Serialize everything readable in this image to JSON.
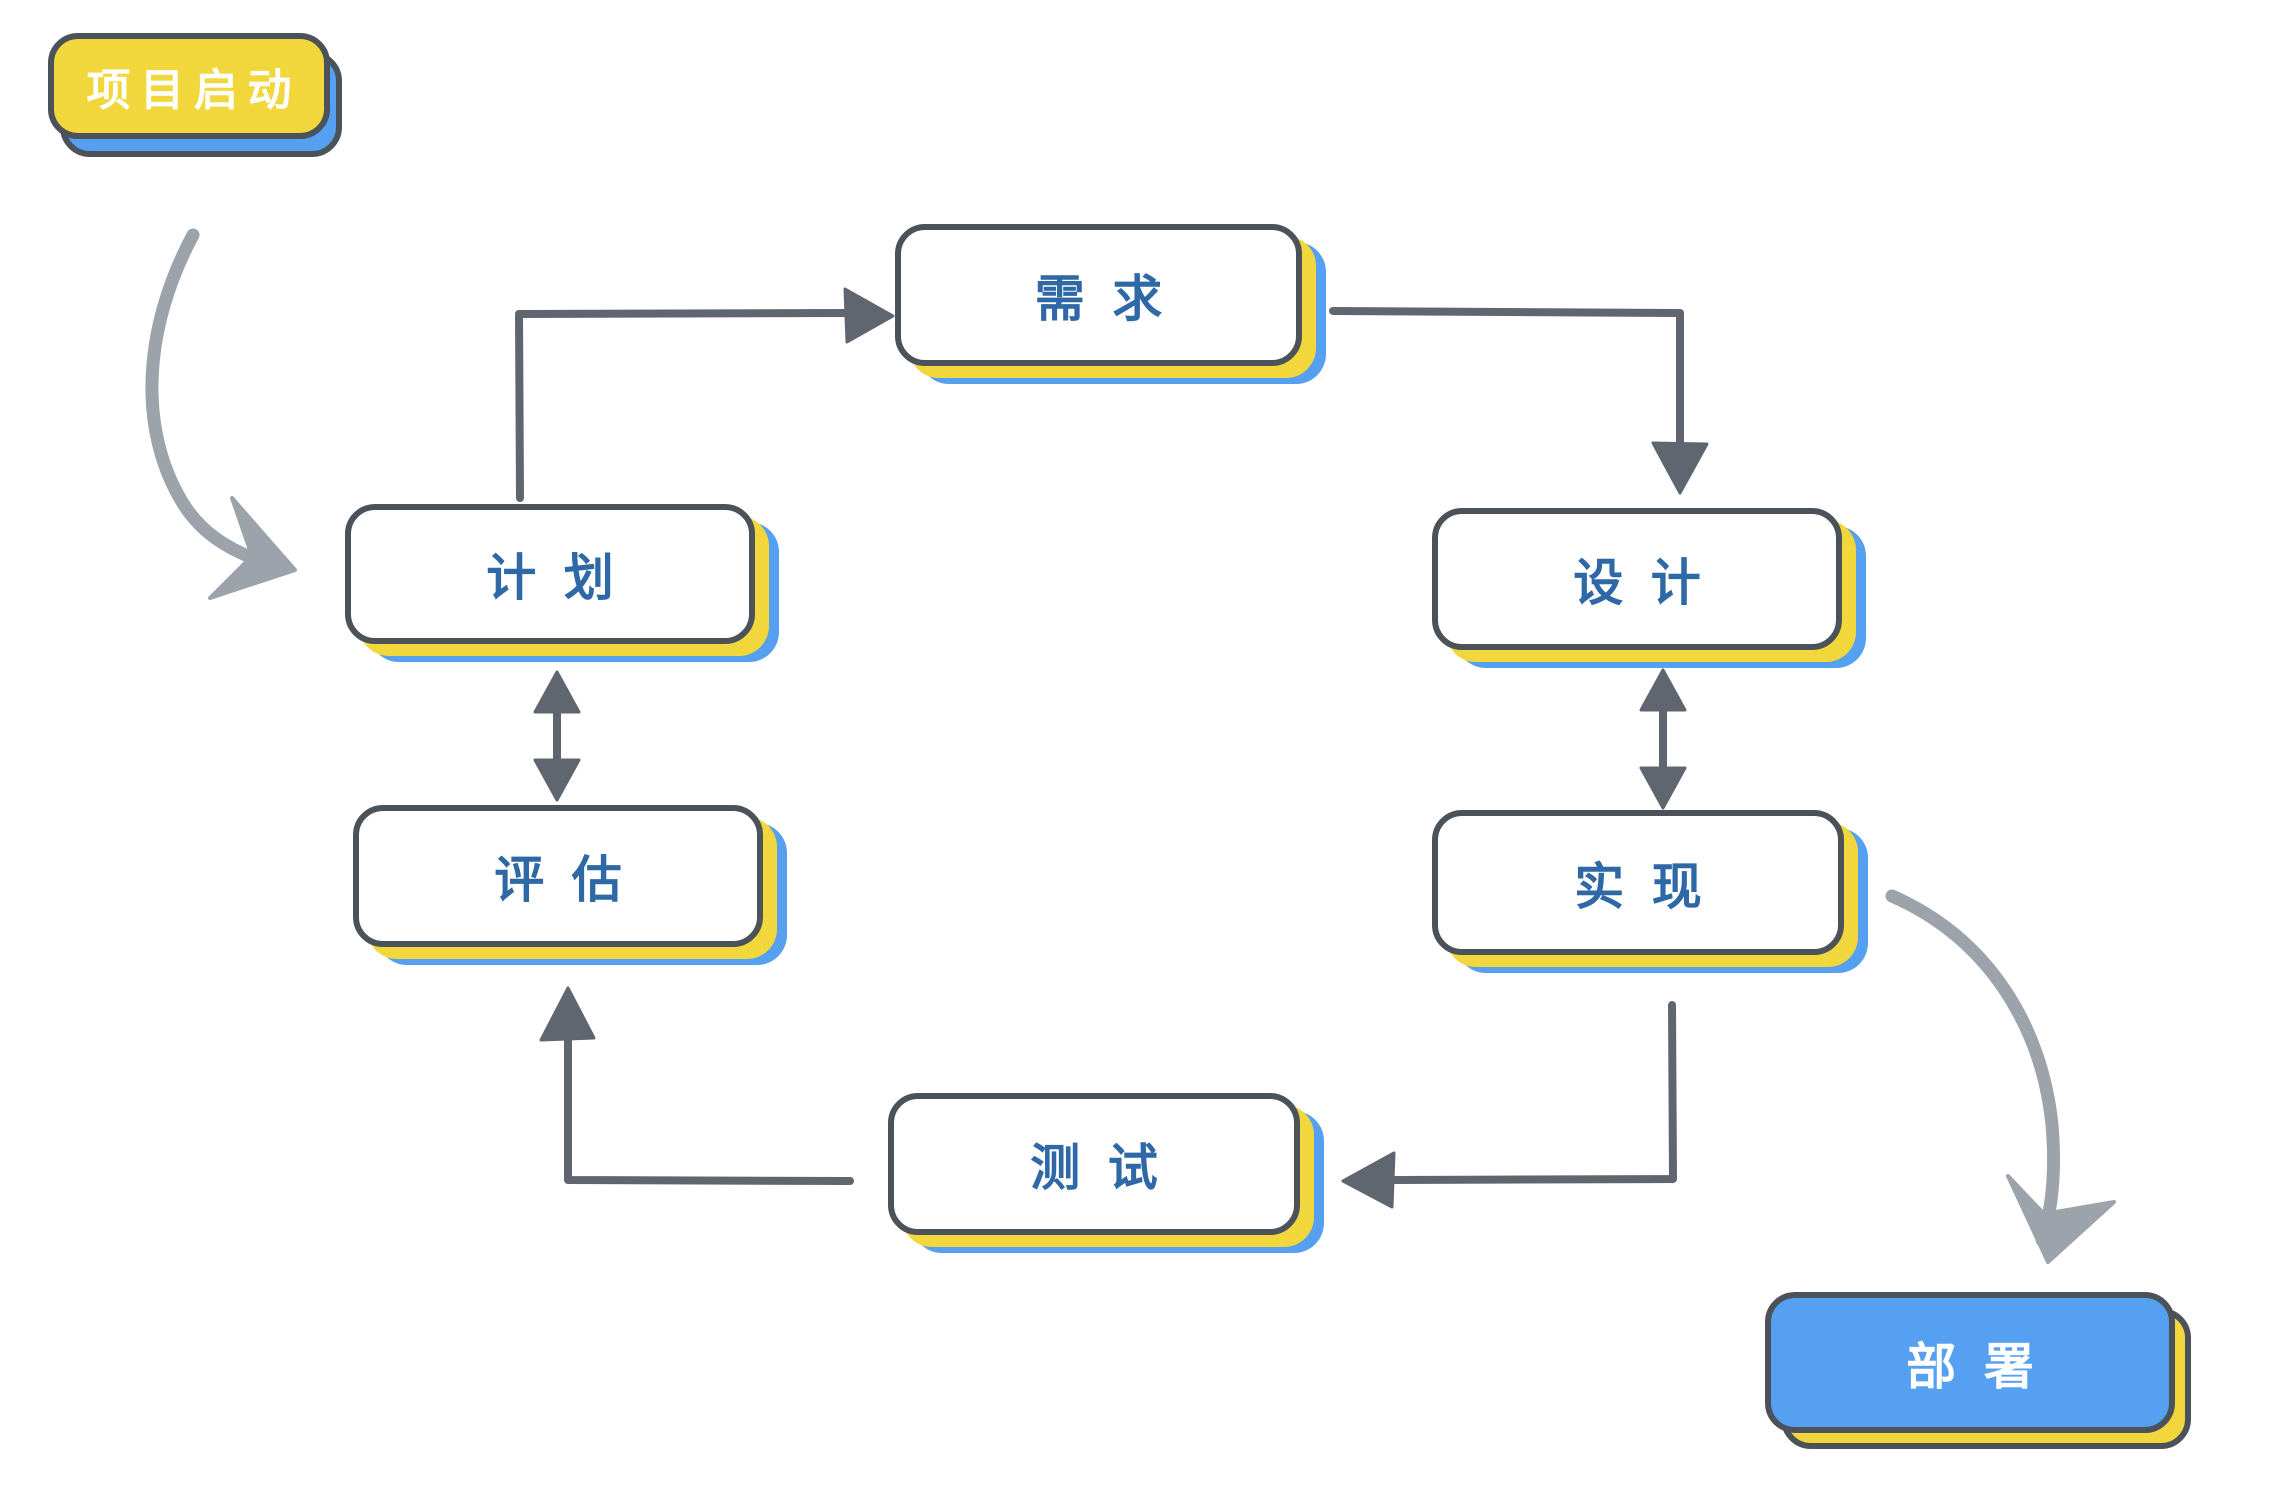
{
  "diagram_type": "flowchart",
  "nodes": [
    {
      "id": "start",
      "label": "项目启动",
      "fill": "#F2D73C",
      "text_color": "#FFFFFF",
      "shadow": "blue"
    },
    {
      "id": "requirements",
      "label": "需求",
      "fill": "#FFFFFF",
      "text_color": "#2E68A6",
      "shadow": "yellow+blue"
    },
    {
      "id": "plan",
      "label": "计划",
      "fill": "#FFFFFF",
      "text_color": "#2E68A6",
      "shadow": "yellow+blue"
    },
    {
      "id": "design",
      "label": "设计",
      "fill": "#FFFFFF",
      "text_color": "#2E68A6",
      "shadow": "yellow+blue"
    },
    {
      "id": "evaluate",
      "label": "评估",
      "fill": "#FFFFFF",
      "text_color": "#2E68A6",
      "shadow": "yellow+blue"
    },
    {
      "id": "implement",
      "label": "实现",
      "fill": "#FFFFFF",
      "text_color": "#2E68A6",
      "shadow": "yellow+blue"
    },
    {
      "id": "test",
      "label": "测试",
      "fill": "#FFFFFF",
      "text_color": "#2E68A6",
      "shadow": "yellow+blue"
    },
    {
      "id": "deploy",
      "label": "部署",
      "fill": "#55A0F0",
      "text_color": "#FFFFFF",
      "shadow": "yellow"
    }
  ],
  "edges": [
    {
      "from": "start",
      "to": "plan",
      "style": "curved-brush",
      "direction": "one-way"
    },
    {
      "from": "plan",
      "to": "requirements",
      "style": "elbow",
      "direction": "one-way"
    },
    {
      "from": "requirements",
      "to": "design",
      "style": "elbow",
      "direction": "one-way"
    },
    {
      "from": "design",
      "to": "implement",
      "style": "straight",
      "direction": "two-way"
    },
    {
      "from": "plan",
      "to": "evaluate",
      "style": "straight",
      "direction": "two-way"
    },
    {
      "from": "implement",
      "to": "test",
      "style": "elbow",
      "direction": "one-way"
    },
    {
      "from": "test",
      "to": "evaluate",
      "style": "elbow",
      "direction": "one-way"
    },
    {
      "from": "implement",
      "to": "deploy",
      "style": "curved-brush",
      "direction": "one-way"
    }
  ],
  "colors": {
    "box_border": "#4C525A",
    "yellow_accent": "#F2D73C",
    "blue_accent": "#55A0F0",
    "label_blue": "#2E68A6",
    "elbow_arrow": "#5F6670",
    "brush_arrow": "#9CA3AB",
    "background": "#FFFFFF"
  }
}
